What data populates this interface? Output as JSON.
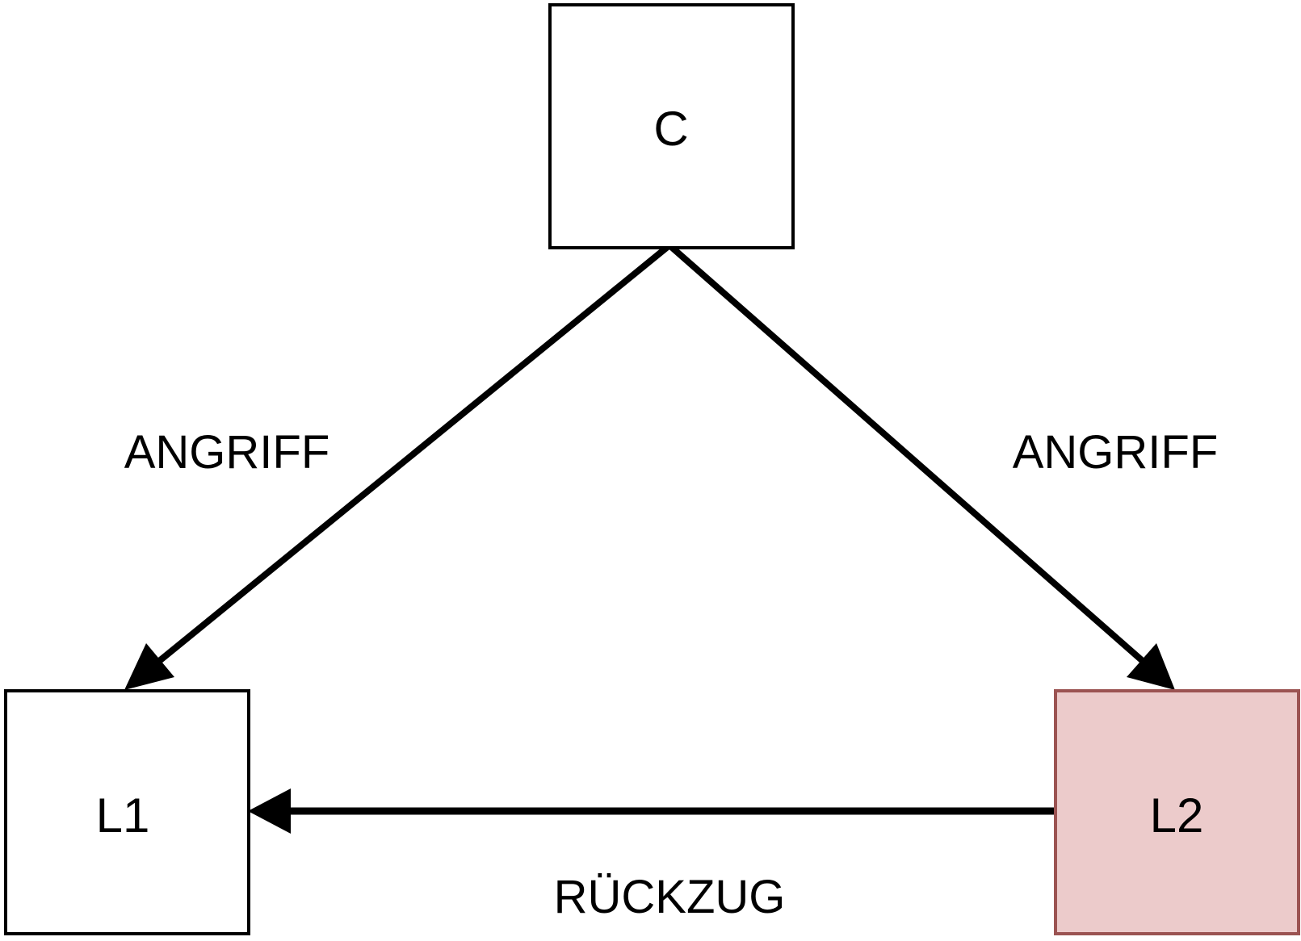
{
  "nodes": {
    "c": {
      "label": "C",
      "fill": "#ffffff",
      "stroke": "#000000"
    },
    "l1": {
      "label": "L1",
      "fill": "#ffffff",
      "stroke": "#000000"
    },
    "l2": {
      "label": "L2",
      "fill": "#eccbcb",
      "stroke": "#9b5352"
    }
  },
  "edges": {
    "c_to_l1": {
      "label": "ANGRIFF"
    },
    "c_to_l2": {
      "label": "ANGRIFF"
    },
    "l2_to_l1": {
      "label": "RÜCKZUG"
    }
  },
  "colors": {
    "line": "#000000"
  }
}
